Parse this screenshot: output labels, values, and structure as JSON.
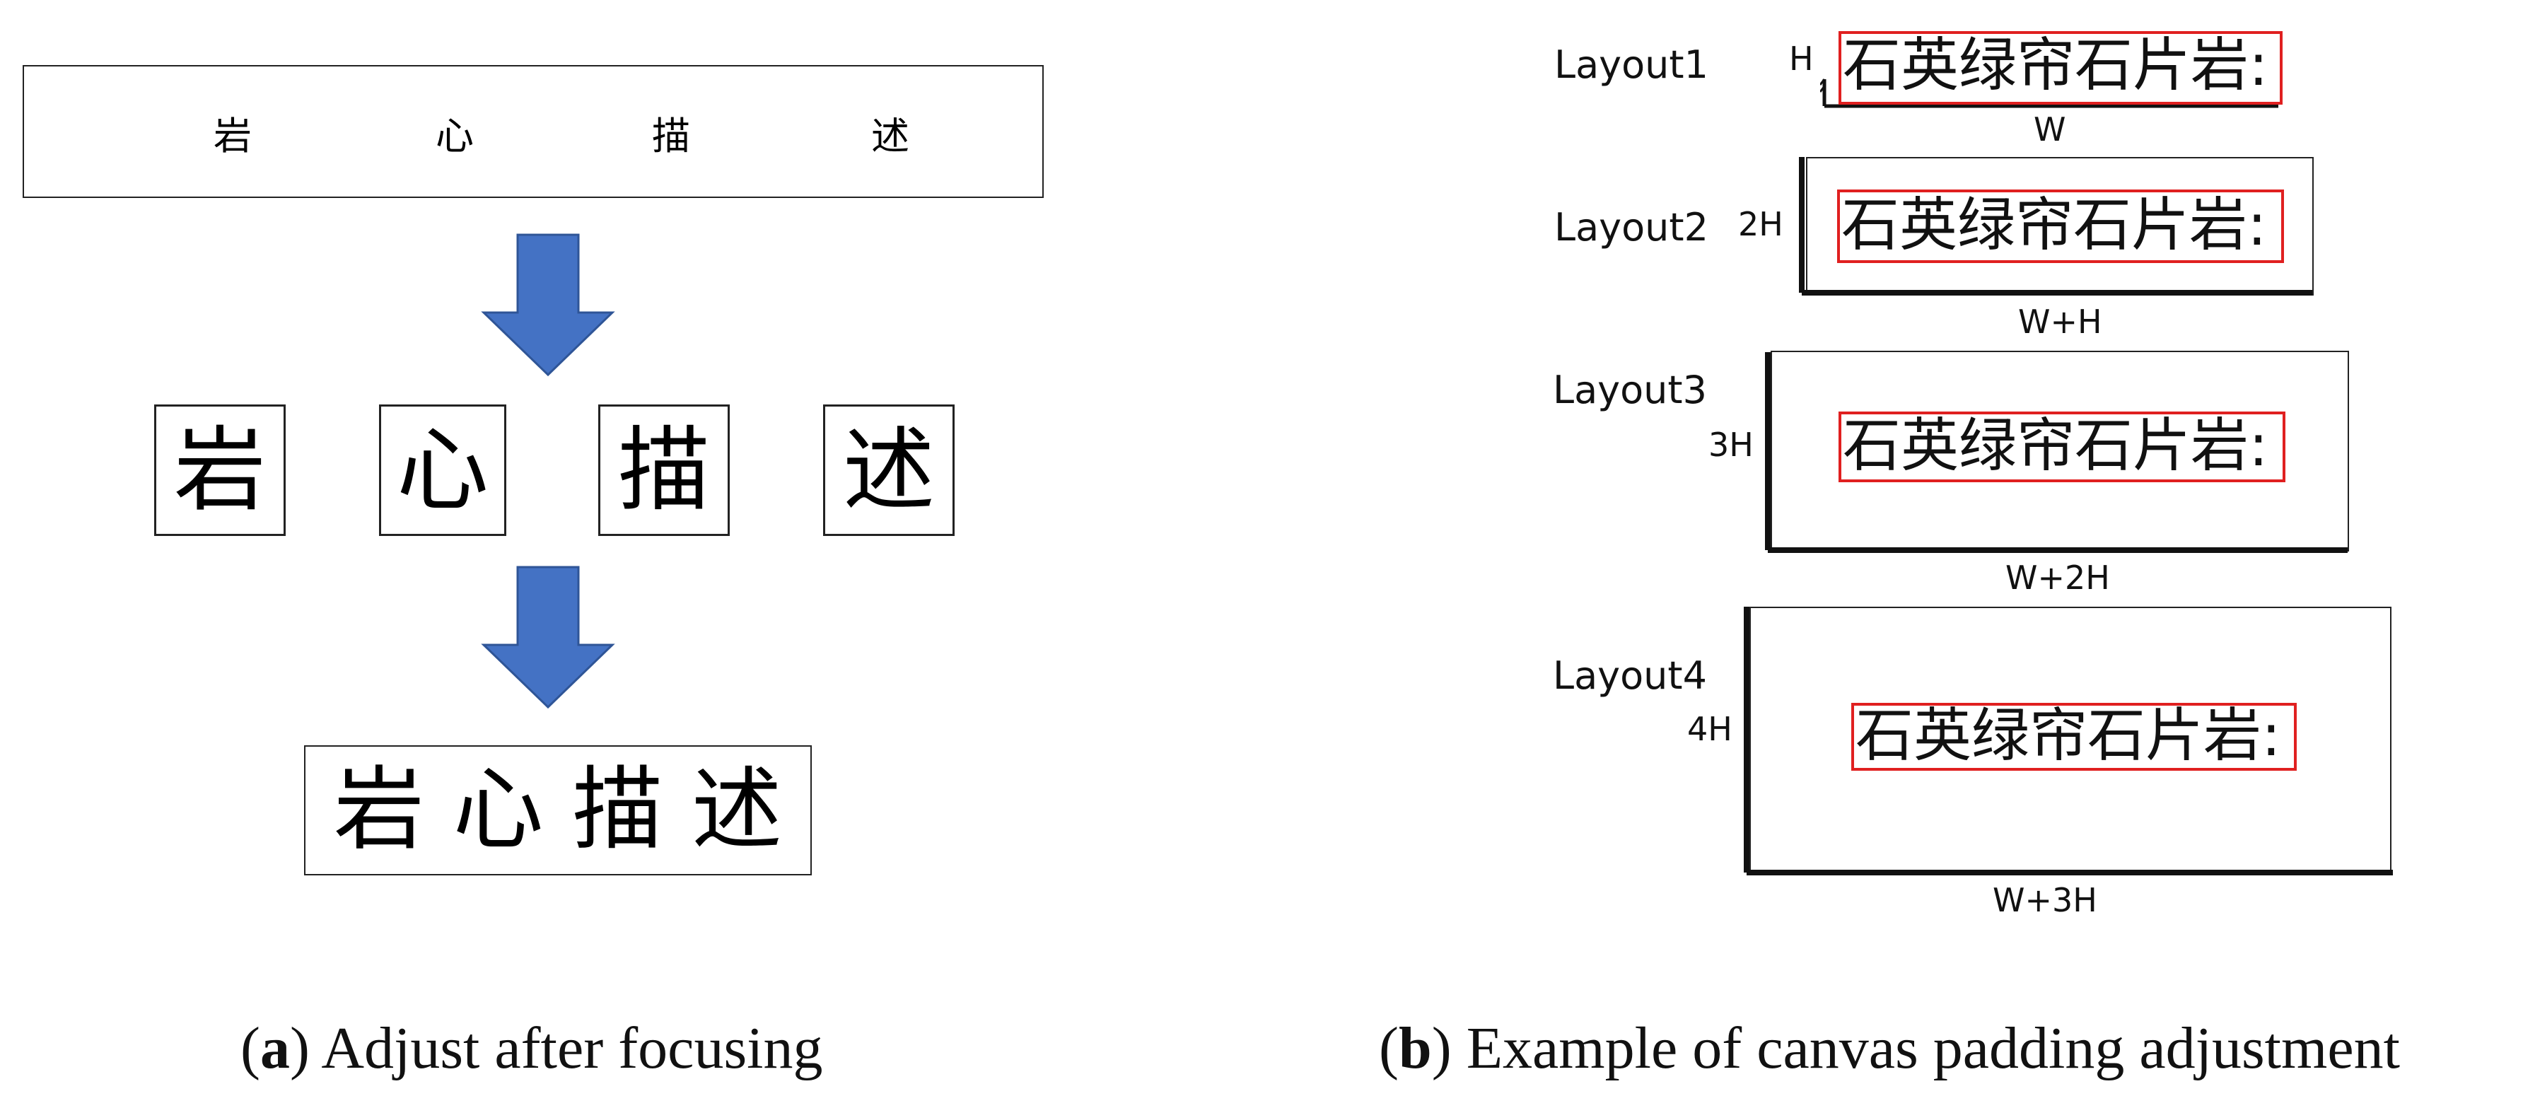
{
  "panel_a": {
    "top_chars": [
      "岩",
      "心",
      "描",
      "述"
    ],
    "mid_chars": [
      "岩",
      "心",
      "描",
      "述"
    ],
    "bottom_text": "岩 心 描 述",
    "arrow_color": "#4472C4",
    "caption_letter": "a",
    "caption_text": "Adjust after focusing"
  },
  "panel_b": {
    "layouts": [
      {
        "label": "Layout1",
        "height_label": "H",
        "width_label": "W",
        "text": "石英绿帘石片岩:"
      },
      {
        "label": "Layout2",
        "height_label": "2H",
        "width_label": "W+H",
        "text": "石英绿帘石片岩:"
      },
      {
        "label": "Layout3",
        "height_label": "3H",
        "width_label": "W+2H",
        "text": "石英绿帘石片岩:"
      },
      {
        "label": "Layout4",
        "height_label": "4H",
        "width_label": "W+3H",
        "text": "石英绿帘石片岩:"
      }
    ],
    "caption_letter": "b",
    "caption_text": "Example of canvas padding adjustment",
    "highlight_color": "#e02020"
  }
}
